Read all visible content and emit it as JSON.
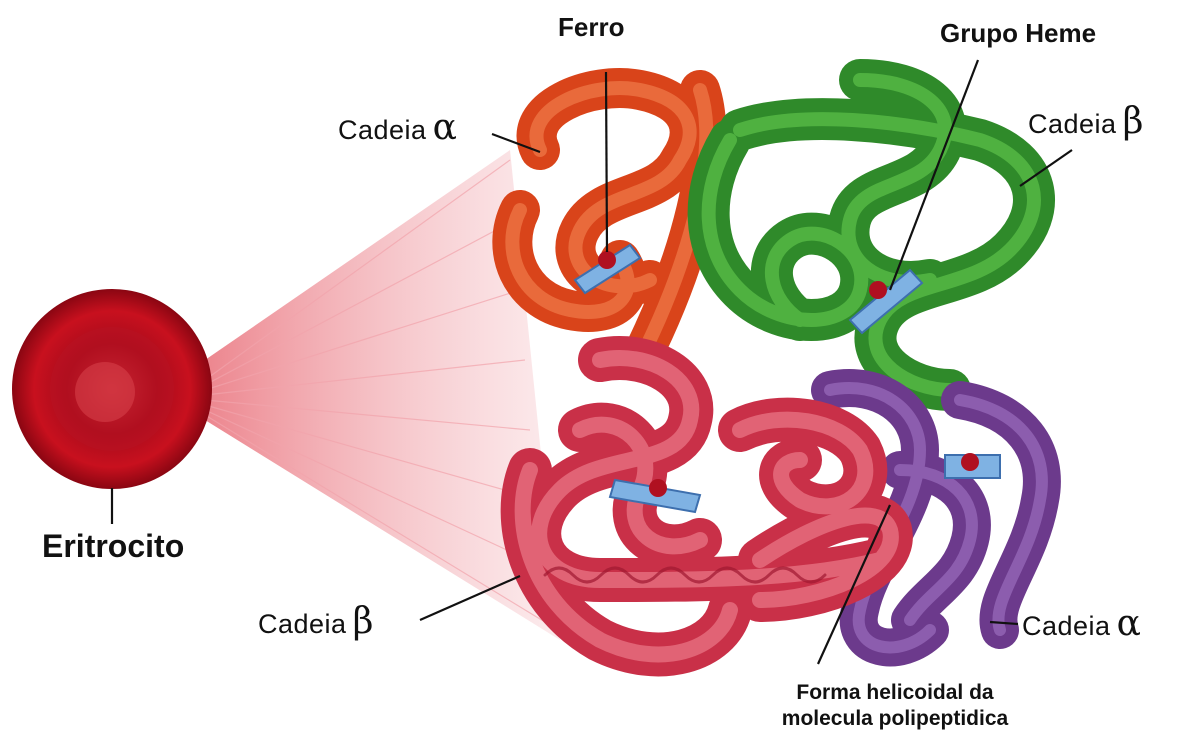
{
  "labels": {
    "ferro": "Ferro",
    "grupo_heme": "Grupo Heme",
    "cadeia_alpha_top": {
      "text": "Cadeia",
      "greek": "α"
    },
    "cadeia_beta_top": {
      "text": "Cadeia",
      "greek": "β"
    },
    "cadeia_beta_bottom": {
      "text": "Cadeia",
      "greek": "β"
    },
    "cadeia_alpha_bottom": {
      "text": "Cadeia",
      "greek": "α"
    },
    "eritrocito": "Eritrocito",
    "forma_line1": "Forma helicoidal da",
    "forma_line2": "molecula polipeptidica"
  },
  "colors": {
    "alpha_chain_top": "#e8501e",
    "beta_chain_top": "#3a9a2c",
    "beta_chain_bottom": "#e0485e",
    "alpha_chain_bottom": "#7d4a9c",
    "erythrocyte": "#c0101e",
    "heme_group": "#7fb2e3",
    "iron": "#b01020"
  }
}
